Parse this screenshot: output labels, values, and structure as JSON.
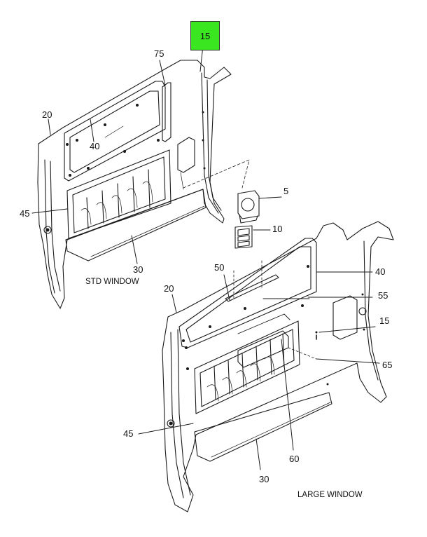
{
  "badge": {
    "label": "15",
    "color": "#39e61f"
  },
  "captions": {
    "std": "STD WINDOW",
    "large": "LARGE WINDOW"
  },
  "std_labels": {
    "l75": "75",
    "l20": "20",
    "l40": "40",
    "l45": "45",
    "l30": "30",
    "l5": "5",
    "l10": "10"
  },
  "large_labels": {
    "l50": "50",
    "l40": "40",
    "l20": "20",
    "l55": "55",
    "l15": "15",
    "l65": "65",
    "l45": "45",
    "l60": "60",
    "l30": "30"
  }
}
